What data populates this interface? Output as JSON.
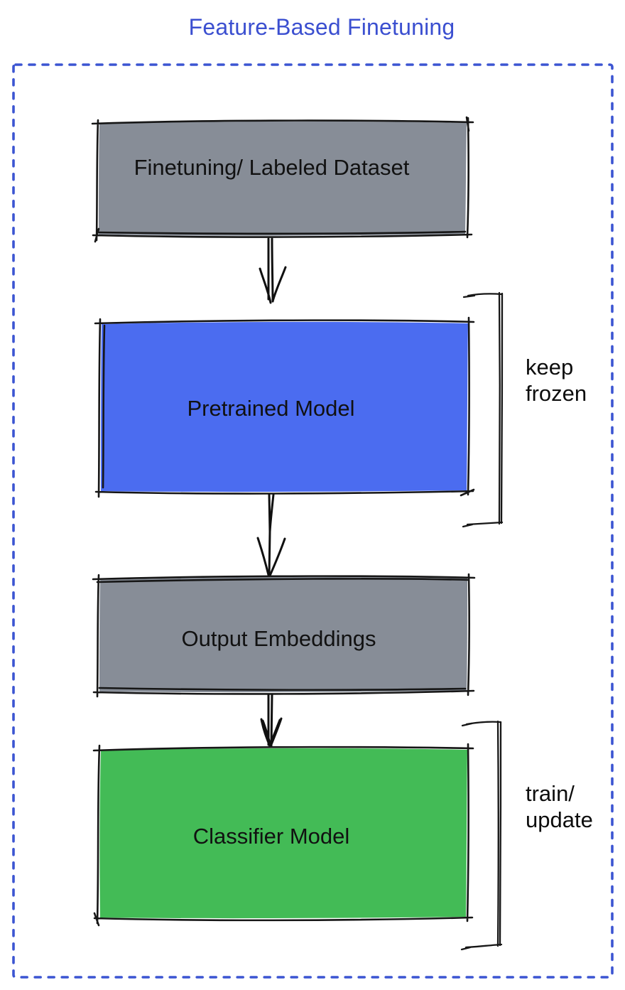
{
  "title": {
    "text": "Feature-Based Finetuning",
    "color": "#3b4fd0"
  },
  "diagram": {
    "border_color": "#3c55d2",
    "stroke_color": "#161616",
    "nodes": [
      {
        "id": "finetuning-dataset",
        "label": "Finetuning/ Labeled Dataset",
        "fill": "#878d97"
      },
      {
        "id": "pretrained-model",
        "label": "Pretrained Model",
        "fill": "#4b6cf0"
      },
      {
        "id": "output-embeddings",
        "label": "Output Embeddings",
        "fill": "#878d97"
      },
      {
        "id": "classifier-model",
        "label": "Classifier Model",
        "fill": "#43bb56"
      }
    ],
    "annotations": [
      {
        "id": "keep-frozen",
        "label": "keep\nfrozen",
        "target": "pretrained-model"
      },
      {
        "id": "train-update",
        "label": "train/\nupdate",
        "target": "classifier-model"
      }
    ],
    "connections": [
      {
        "from": "finetuning-dataset",
        "to": "pretrained-model"
      },
      {
        "from": "pretrained-model",
        "to": "output-embeddings"
      },
      {
        "from": "output-embeddings",
        "to": "classifier-model"
      }
    ]
  }
}
